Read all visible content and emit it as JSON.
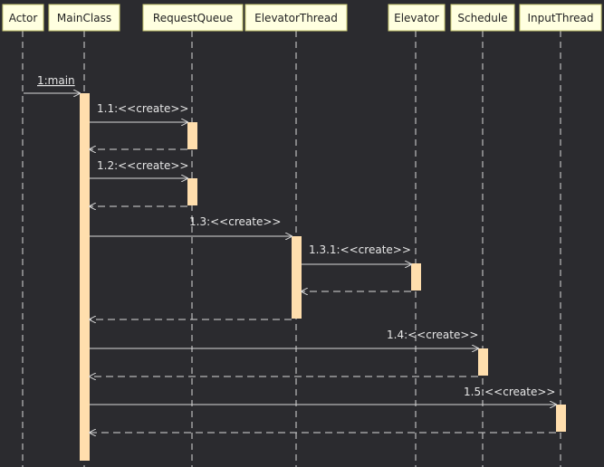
{
  "colors": {
    "background": "#2b2b2f",
    "participant_fill": "#ffffe0",
    "participant_border": "#c8c870",
    "activation_fill": "#ffdead",
    "line": "#d8d8d8",
    "text_light": "#e6e6e6",
    "text_dark": "#222222"
  },
  "participants": [
    {
      "id": "actor",
      "name": "Actor"
    },
    {
      "id": "main",
      "name": "MainClass"
    },
    {
      "id": "rq",
      "name": "RequestQueue"
    },
    {
      "id": "et",
      "name": "ElevatorThread"
    },
    {
      "id": "el",
      "name": "Elevator"
    },
    {
      "id": "sc",
      "name": "Schedule"
    },
    {
      "id": "it",
      "name": "InputThread"
    }
  ],
  "messages": [
    {
      "label": "1:main",
      "from": "actor",
      "to": "main",
      "underlined": true
    },
    {
      "label": "1.1:<<create>>",
      "from": "main",
      "to": "rq"
    },
    {
      "label": "",
      "from": "rq",
      "to": "main",
      "return": true
    },
    {
      "label": "1.2:<<create>>",
      "from": "main",
      "to": "rq"
    },
    {
      "label": "",
      "from": "rq",
      "to": "main",
      "return": true
    },
    {
      "label": "1.3:<<create>>",
      "from": "main",
      "to": "et"
    },
    {
      "label": "1.3.1:<<create>>",
      "from": "et",
      "to": "el"
    },
    {
      "label": "",
      "from": "el",
      "to": "et",
      "return": true
    },
    {
      "label": "",
      "from": "et",
      "to": "main",
      "return": true
    },
    {
      "label": "1.4:<<create>>",
      "from": "main",
      "to": "sc"
    },
    {
      "label": "",
      "from": "sc",
      "to": "main",
      "return": true
    },
    {
      "label": "1.5:<<create>>",
      "from": "main",
      "to": "it"
    },
    {
      "label": "",
      "from": "it",
      "to": "main",
      "return": true
    }
  ]
}
